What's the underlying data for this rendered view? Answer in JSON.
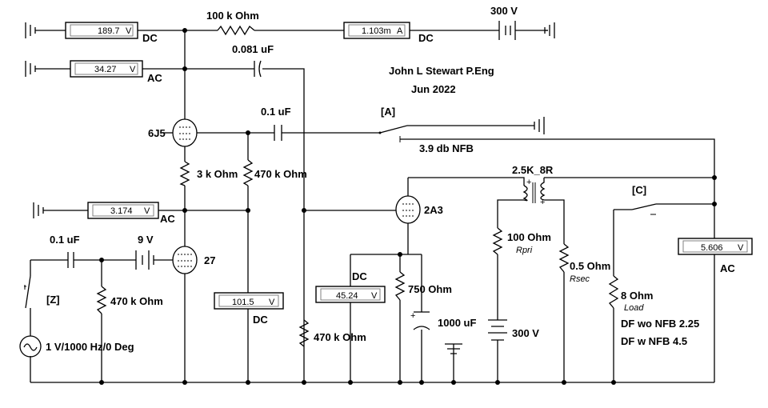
{
  "author": "John L Stewart P.Eng",
  "date": "Jun 2022",
  "meters": {
    "m1": {
      "value": "189.7",
      "unit": "V",
      "mode": "DC"
    },
    "m2": {
      "value": "34.27",
      "unit": "V",
      "mode": "AC"
    },
    "m3": {
      "value": "1.103m",
      "unit": "A",
      "mode": "DC"
    },
    "m4": {
      "value": "3.174",
      "unit": "V",
      "mode": "AC"
    },
    "m5": {
      "value": "101.5",
      "unit": "V",
      "mode": "DC"
    },
    "m6": {
      "value": "45.24",
      "unit": "V",
      "mode": "DC"
    },
    "m7": {
      "value": "5.606",
      "unit": "V",
      "mode": "AC"
    }
  },
  "components": {
    "r_plate": "100 k Ohm",
    "c_coupling1": "0.081 uF",
    "b_supply1": "300 V",
    "tube1": "6J5",
    "c_coupling2": "0.1 uF",
    "r_cathode": "3 k Ohm",
    "r_grid": "470 k Ohm",
    "tube2": "27",
    "c_input": "0.1 uF",
    "b_bias": "9 V",
    "r_input": "470 k Ohm",
    "source": "1 V/1000 Hz/0 Deg",
    "switch_z": "[Z]",
    "r_grid2": "470 k Ohm",
    "tube3": "2A3",
    "r_cathode2": "750  Ohm",
    "c_cathode": "1000 uF",
    "r_pri": "100  Ohm",
    "r_pri_name": "Rpri",
    "b_supply2": "300 V",
    "transformer": "2.5K_8R",
    "r_sec": "0.5  Ohm",
    "r_sec_name": "Rsec",
    "switch_a": "[A]",
    "nfb": "3.9 db NFB",
    "switch_c": "[C]",
    "r_load": "8  Ohm",
    "r_load_name": "Load",
    "df_wo": "DF wo NFB 2.25",
    "df_w": "DF w NFB 4.5"
  }
}
